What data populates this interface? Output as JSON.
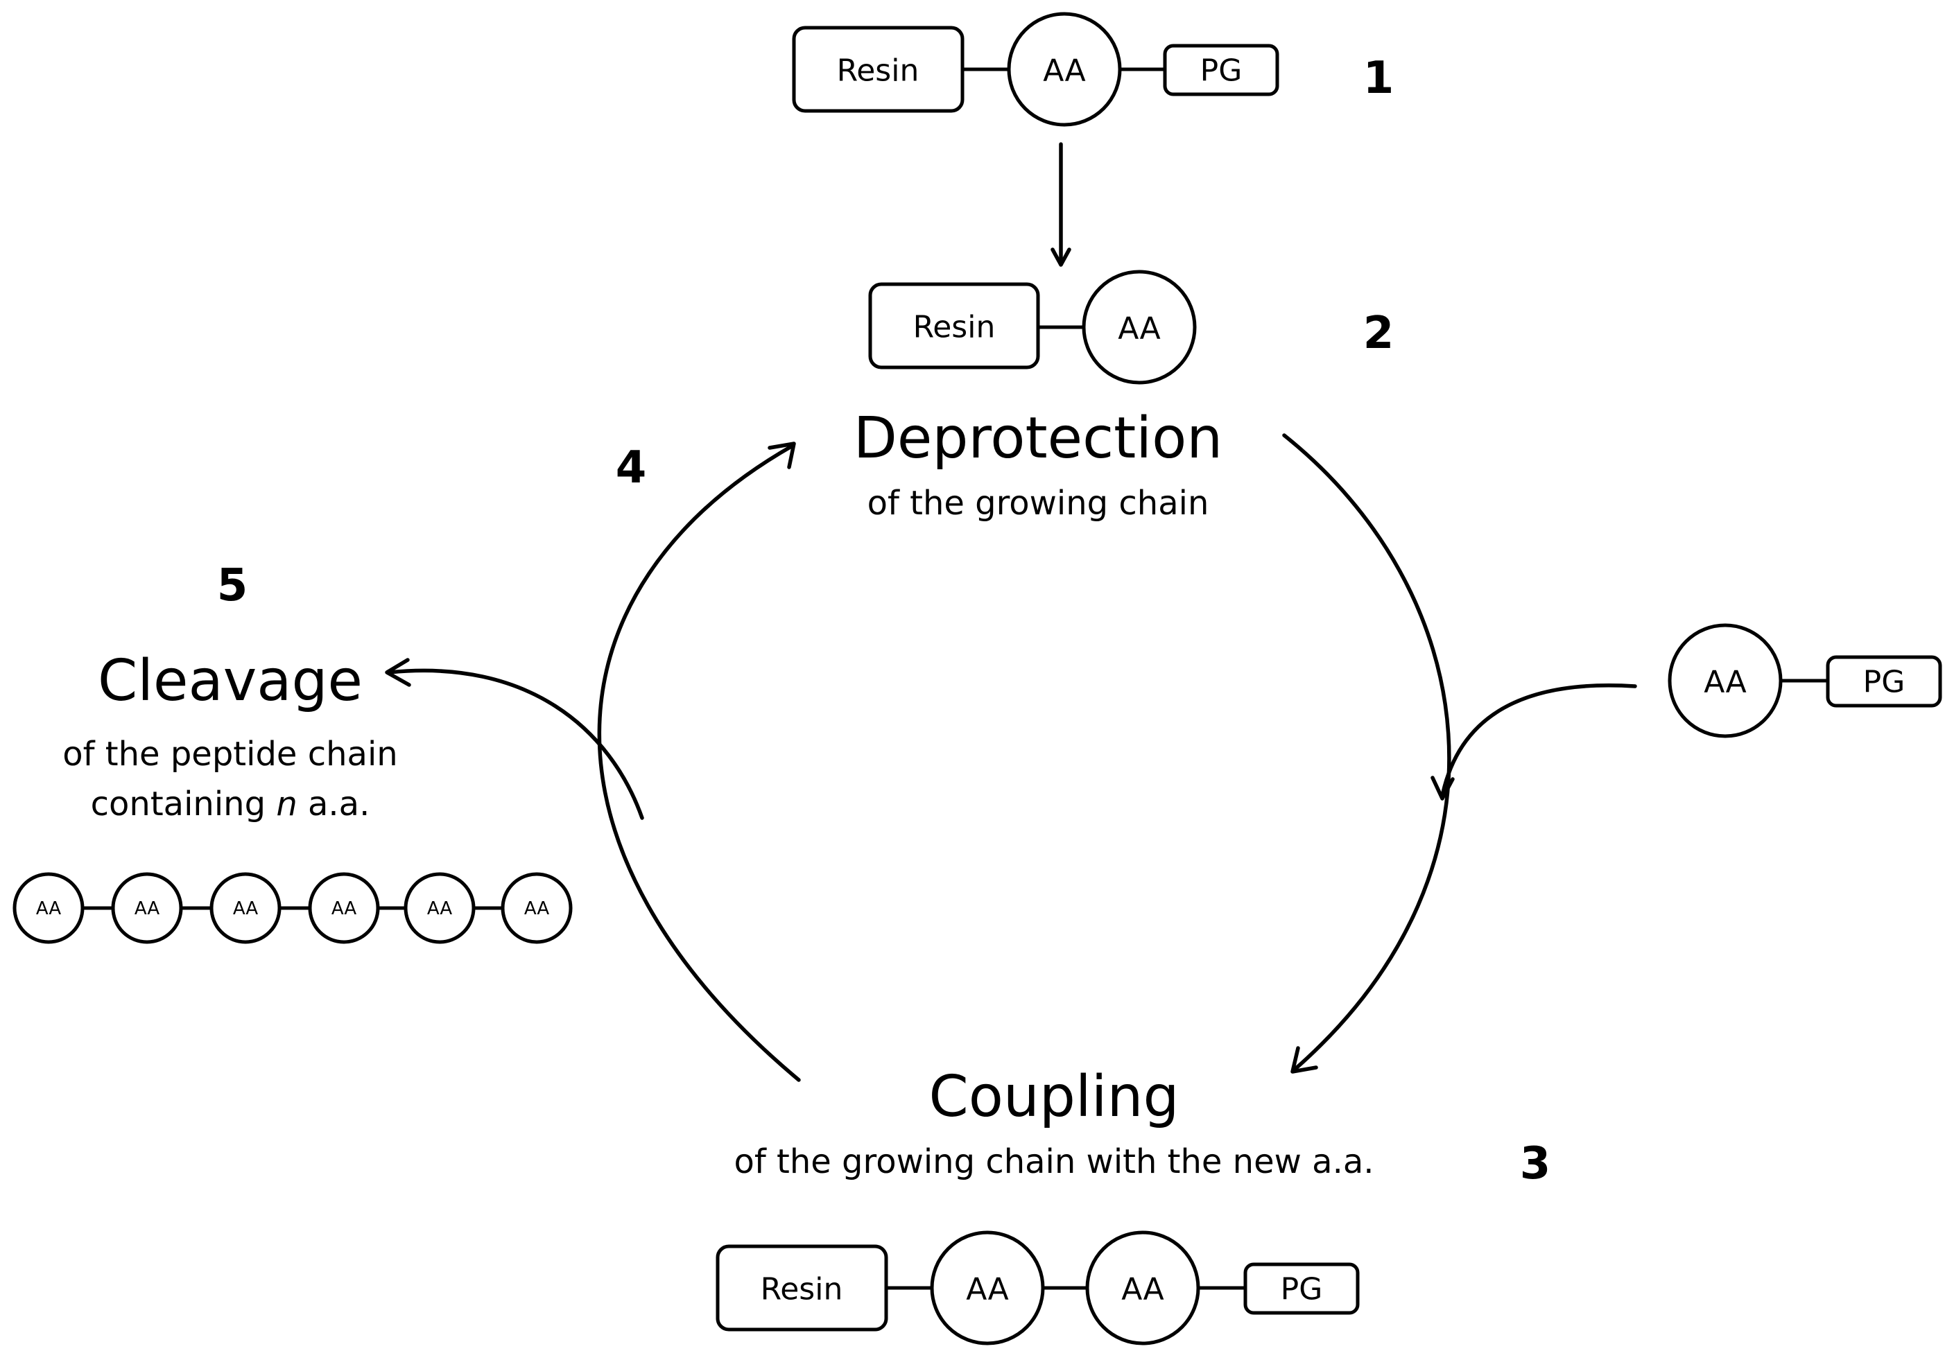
{
  "labels": {
    "resin": "Resin",
    "aa": "AA",
    "pg": "PG"
  },
  "steps": {
    "s1": "1",
    "s2": "2",
    "s3": "3",
    "s4": "4",
    "s5": "5"
  },
  "deprotection": {
    "title": "Deprotection",
    "subtitle": "of the growing chain"
  },
  "coupling": {
    "title": "Coupling",
    "subtitle": "of the growing chain with the new a.a."
  },
  "cleavage": {
    "title": "Cleavage",
    "subtitle_line1": "of the peptide chain",
    "subtitle_line2_pre": "containing ",
    "subtitle_line2_var": "n",
    "subtitle_line2_post": " a.a."
  }
}
